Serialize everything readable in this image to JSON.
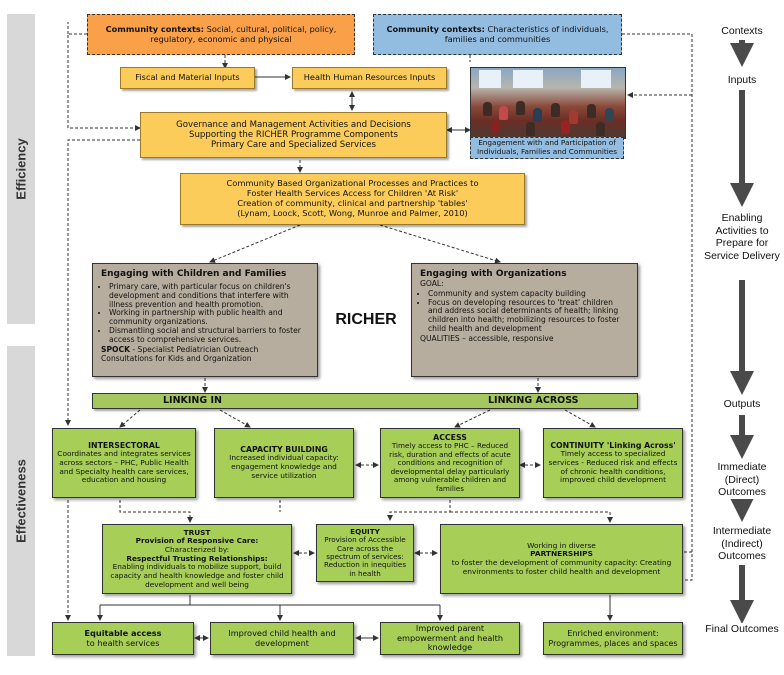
{
  "side_labels": {
    "efficiency": "Efficiency",
    "effectiveness": "Effectiveness"
  },
  "contexts_top": {
    "orange_bold": "Community contexts:",
    "orange_text": " Social, cultural, political, policy, regulatory, economic and physical",
    "blue_bold": "Community contexts:",
    "blue_text": " Characteristics of individuals, families and communities"
  },
  "inputs": {
    "fiscal": "Fiscal and Material Inputs",
    "hhr": "Health Human Resources Inputs"
  },
  "governance": {
    "line1": "Governance and Management Activities and Decisions",
    "line2": "Supporting the RICHER Programme Components",
    "line3": "Primary Care and Specialized Services"
  },
  "engagement_caption": "Engagement with and Participation of Individuals, Families and Communities",
  "processes": {
    "line1": "Community Based Organizational Processes and Practices to",
    "line2": "Foster Health Services Access for Children 'At Risk'",
    "line3": "Creation of community, clinical and partnership 'tables'",
    "line4": "(Lynam, Loock, Scott, Wong, Munroe and Palmer, 2010)"
  },
  "engaging_children": {
    "title": "Engaging with Children and Families",
    "bullets": [
      "Primary care, with particular focus on children's development and conditions that interfere with illness prevention and health promotion.",
      "Working in partnership with public health and community organizations.",
      "Dismantling social and structural barriers to foster access to comprehensive services."
    ],
    "spock_bold": "SPOCK",
    "spock_text": " - Specialist Pediatrician Outreach Consultations for Kids and Organization"
  },
  "richer_label": "RICHER",
  "engaging_orgs": {
    "title": "Engaging with Organizations",
    "goal": "GOAL:",
    "bullets": [
      "Community and system capacity building",
      "Focus on developing resources to 'treat' children and address social determinants of health; linking children into health; mobilizing resources to foster child health and development"
    ],
    "qualities": "QUALITIES – accessible, responsive"
  },
  "linking": {
    "in": "LINKING IN",
    "across": "LINKING ACROSS"
  },
  "outputs": {
    "intersectoral_title": "INTERSECTORAL",
    "intersectoral_text": "Coordinates and integrates services across sectors – PHC, Public Health and Specialty health care services, education and housing",
    "capacity_title": "CAPACITY BUILDING",
    "capacity_text": "Increased individual capacity: engagement knowledge and service utilization",
    "access_title": "ACCESS",
    "access_text": "Timely access to PHC – Reduced risk, duration and effects of acute conditions and recognition of developmental delay particularly among vulnerable children and families",
    "continuity_title": "CONTINUITY 'Linking Across'",
    "continuity_text": "Timely access to specialized services - Reduced risk and effects of chronic health conditions, improved child development"
  },
  "intermediate": {
    "trust_title": "TRUST",
    "trust_sub": "Provision of Responsive Care:",
    "trust_char": "Characterized by:",
    "trust_bold": "Respectful Trusting Relationships:",
    "trust_text": "Enabling individuals to mobilize support, build capacity and health knowledge and foster child development and well being",
    "equity_title": "EQUITY",
    "equity_text": "Provision of Accessible Care across the spectrum of services: Reduction in inequities in health",
    "partner_pre": "Working in diverse",
    "partner_title": "PARTNERSHIPS",
    "partner_text": "to foster the development of community capacity: Creating environments to foster child health and development"
  },
  "final": {
    "equitable_bold": "Equitable access",
    "equitable_text": "to health services",
    "improved_health": "Improved child health and development",
    "empowerment": "Improved parent empowerment and health knowledge",
    "enriched": "Enriched environment: Programmes, places and spaces"
  },
  "stages": {
    "contexts": "Contexts",
    "inputs": "Inputs",
    "enabling": "Enabling Activities to Prepare for Service Delivery",
    "outputs": "Outputs",
    "immediate": "Immediate (Direct) Outcomes",
    "intermediate": "Intermediate (Indirect) Outcomes",
    "final": "Final Outcomes"
  },
  "colors": {
    "orange": "#f9a049",
    "blue": "#93bde0",
    "yellow": "#fbcc5a",
    "tan": "#b7ad9e",
    "green": "#a7cf58",
    "arrow": "#3a3a3a"
  },
  "photo_icon": "meeting-photo"
}
